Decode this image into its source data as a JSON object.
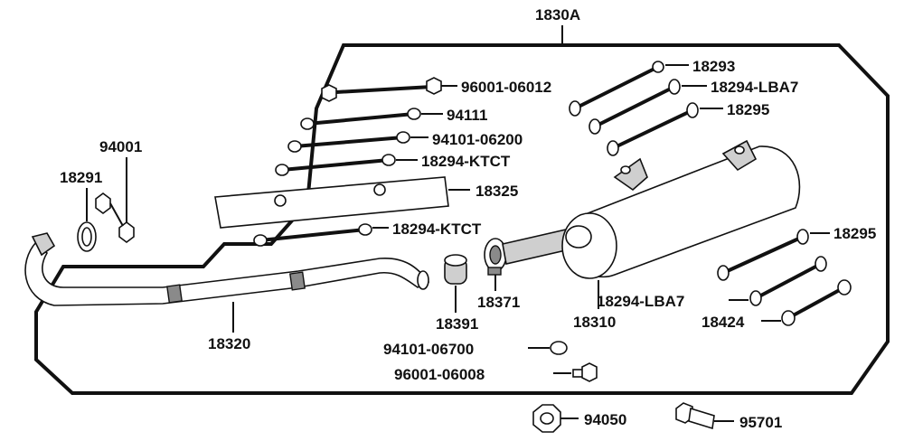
{
  "diagram": {
    "assembly_label": "1830A",
    "labels": {
      "bolt_96001_06012": "96001-06012",
      "washer_94111": "94111",
      "washer_94101_06200": "94101-06200",
      "washer_18294_ktct_top": "18294-KTCT",
      "plate_18325": "18325",
      "washer_18294_ktct_low": "18294-KTCT",
      "bolt_18293": "18293",
      "washer_18294_lba7_top": "18294-LBA7",
      "washer_18295_top": "18295",
      "nut_94001": "94001",
      "gasket_18291": "18291",
      "pipe_18320": "18320",
      "cap_18391": "18391",
      "clamp_18371": "18371",
      "muffler_18310": "18310",
      "washer_18295_right": "18295",
      "washer_18294_lba7_right": "18294-LBA7",
      "washer_18424": "18424",
      "washer_94101_06700": "94101-06700",
      "bolt_96001_06008": "96001-06008",
      "nut_94050": "94050",
      "bolt_95701": "95701"
    }
  }
}
